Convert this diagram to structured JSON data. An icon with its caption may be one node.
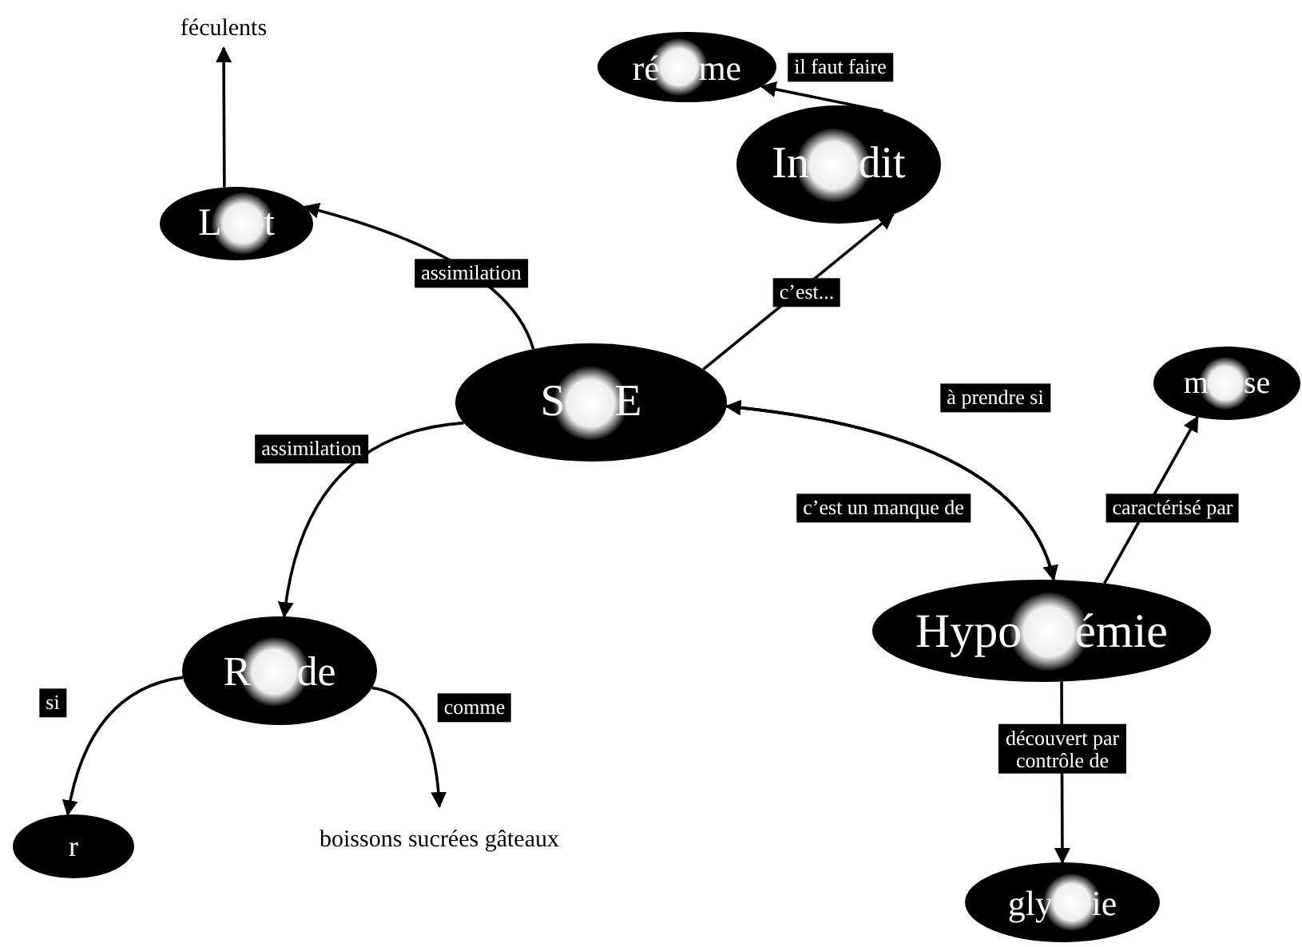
{
  "diagram": {
    "nodes": [
      {
        "text": [
          "féculents"
        ]
      },
      {
        "text": [
          "L t"
        ]
      },
      {
        "text": [
          "ré me"
        ]
      },
      {
        "text": [
          "In dit"
        ]
      },
      {
        "text": [
          "S E"
        ]
      },
      {
        "text": [
          "m se"
        ]
      },
      {
        "text": [
          "Hypo émie"
        ]
      },
      {
        "text": [
          "R de"
        ]
      },
      {
        "text": [
          "r"
        ]
      },
      {
        "text": [
          "boissons sucrées gâteaux"
        ]
      },
      {
        "text": [
          "gly ie"
        ]
      }
    ],
    "edges": [
      {
        "from": 1,
        "to": 0,
        "arrow": "to"
      },
      {
        "from": 4,
        "to": 1,
        "arrow": "to",
        "label": "assimilation"
      },
      {
        "from": 4,
        "to": 3,
        "arrow": "to",
        "label": "c’est..."
      },
      {
        "from": 3,
        "to": 2,
        "arrow": "to",
        "label": "il faut faire"
      },
      {
        "from": 4,
        "to": 6,
        "arrow": "to",
        "label": "c’est un manque de"
      },
      {
        "from": 6,
        "to": 4,
        "arrow": "to",
        "label": "à prendre si"
      },
      {
        "from": 6,
        "to": 5,
        "arrow": "to",
        "label": "caractérisé par"
      },
      {
        "from": 6,
        "to": 10,
        "arrow": "to",
        "label": "découvert par contrôle de"
      },
      {
        "from": 4,
        "to": 7,
        "arrow": "to",
        "label": "assimilation"
      },
      {
        "from": 7,
        "to": 8,
        "arrow": "to",
        "label": "si"
      },
      {
        "from": 7,
        "to": 9,
        "arrow": "to",
        "label": "comme"
      }
    ]
  }
}
